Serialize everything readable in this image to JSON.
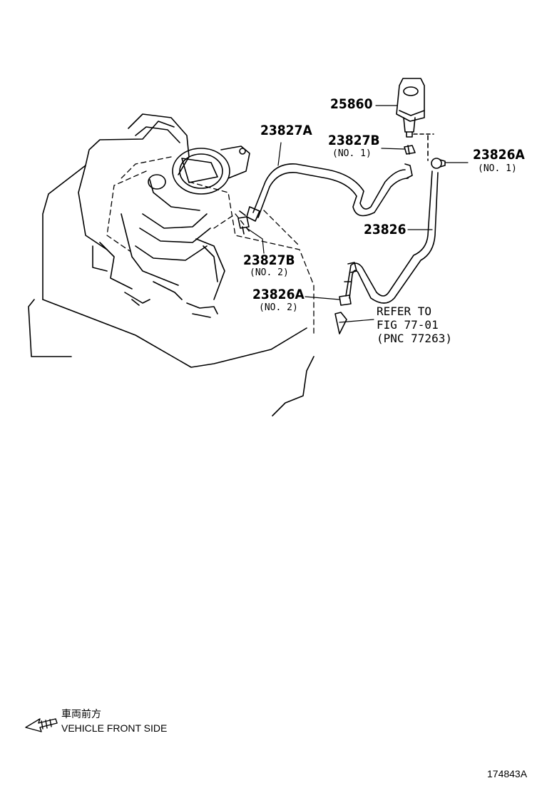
{
  "labels": {
    "p25860": "25860",
    "p23827a": "23827A",
    "p23827b_no1": "23827B",
    "p23827b_no1_sub": "(NO. 1)",
    "p23826a_no1": "23826A",
    "p23826a_no1_sub": "(NO. 1)",
    "p23826": "23826",
    "p23827b_no2": "23827B",
    "p23827b_no2_sub": "(NO. 2)",
    "p23826a_no2": "23826A",
    "p23826a_no2_sub": "(NO. 2)"
  },
  "reference": {
    "line1": "REFER TO",
    "line2": "FIG 77-01",
    "line3": "(PNC 77263)"
  },
  "legend": {
    "japanese": "車両前方",
    "english": "VEHICLE FRONT SIDE",
    "icon": "arrow-left-icon"
  },
  "figure_id": "174843A"
}
